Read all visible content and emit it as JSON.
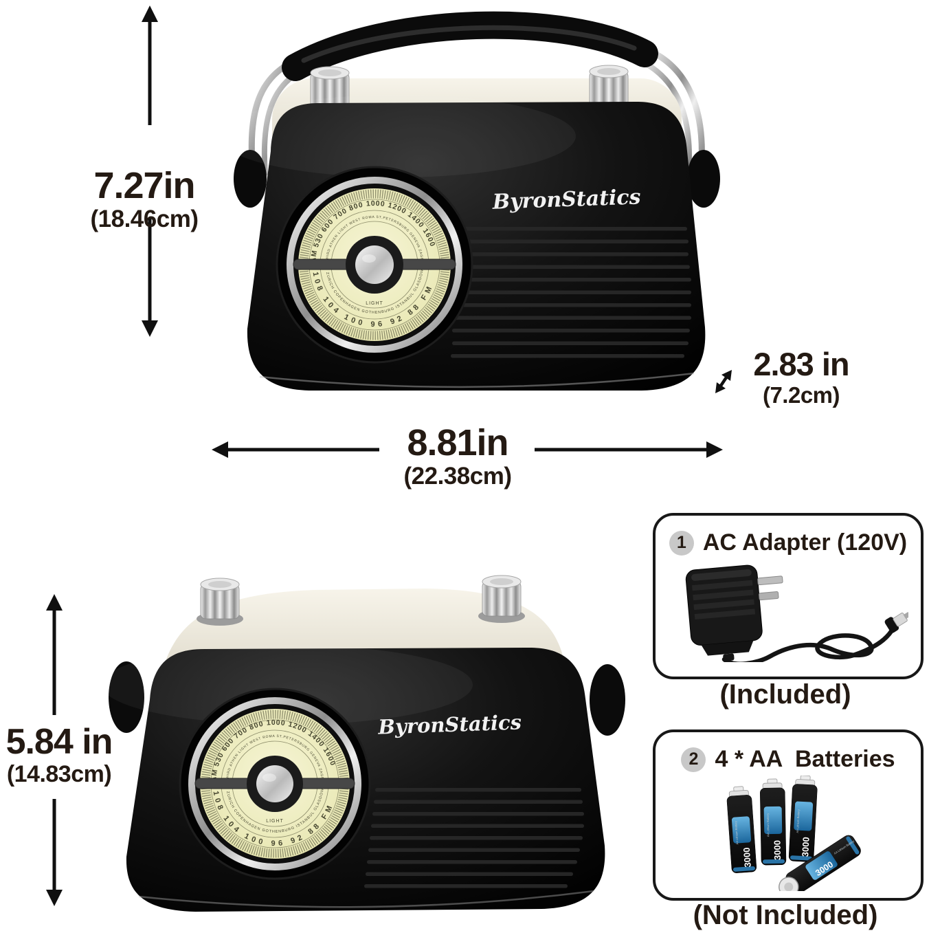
{
  "page": {
    "background": "#ffffff"
  },
  "product": {
    "brand_logo": "ByronStatics",
    "dial": {
      "am_scale": "AM 530 600 700 800 1000 1200 1400 1600",
      "cities_top": "THIRD ATHEN LIGHT WEST ROMA ST.PETERSBURG GENEVA ZAGREB VIENNA ARSAW NORTHERN THIRD HELSINKI AMSTERDAM PRAGUE NICE",
      "fm_scale": "108 104 100 96 92 88 FM",
      "cities_bottom": "ZURICH COPENHAGEN GOTHENBURG ISTANBUL GLASGOW BORDEAUX",
      "center_label": "LIGHT"
    }
  },
  "dimensions": {
    "height_front": {
      "in": "7.27in",
      "cm": "(18.46cm)"
    },
    "width": {
      "in": "8.81in",
      "cm": "(22.38cm)"
    },
    "depth": {
      "in": "2.83 in",
      "cm": "(7.2cm)"
    },
    "height_side": {
      "in": "5.84 in",
      "cm": "(14.83cm)"
    }
  },
  "accessories": [
    {
      "number": "1",
      "title": "AC Adapter (120V)",
      "caption": "(Included)"
    },
    {
      "number": "2",
      "title": "4 * AA  Batteries",
      "caption": "(Not Included)"
    }
  ],
  "battery_label": {
    "capacity": "3000",
    "type": "AA Lithium Battery"
  },
  "icons": {
    "dimension_arrow": "double-headed-arrow"
  },
  "colors": {
    "ink": "#241a13",
    "radio_body": "#0a0a0a",
    "radio_top_cream": "#e9e4d6",
    "dial_face": "#efeec0",
    "chrome": "#c6c6c6",
    "badge_gray": "#c8c8c8",
    "battery_glow": "#3f9fd8"
  }
}
